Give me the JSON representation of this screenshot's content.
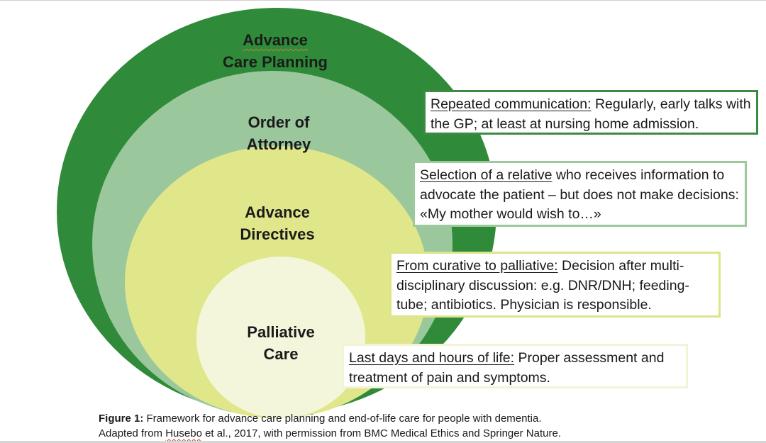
{
  "figure": {
    "rings": [
      {
        "id": "advance-care-planning",
        "label_lines": [
          "Advance",
          "Care Planning"
        ],
        "color": "#2f8b3a"
      },
      {
        "id": "order-of-attorney",
        "label_lines": [
          "Order of",
          "Attorney"
        ],
        "color": "#9bc79c"
      },
      {
        "id": "advance-directives",
        "label_lines": [
          "Advance",
          "Directives"
        ],
        "color": "#e0e78a"
      },
      {
        "id": "palliative-care",
        "label_lines": [
          "Palliative",
          "Care"
        ],
        "color": "#f4f6dc"
      }
    ],
    "notes": [
      {
        "heading": "Repeated communication:",
        "body": " Regularly, early talks with the GP; at least at nursing home admission.",
        "border_color": "#3d8b41"
      },
      {
        "heading": "Selection of a relative",
        "body": " who receives information to advocate the patient – but does not make decisions: «My mother would wish to…»",
        "border_color": "#9dc99d"
      },
      {
        "heading": "From curative to palliative:",
        "body": " Decision after multi-disciplinary discussion: e.g. DNR/DNH; feeding-tube; antibiotics. Physician is  responsible.",
        "border_color": "#dde48b"
      },
      {
        "heading": "Last days and hours of life:",
        "body": " Proper assessment and treatment of pain and symptoms.",
        "border_color": "#f1f4d6"
      }
    ],
    "caption": {
      "label": "Figure 1:",
      "line1": " Framework for advance care planning and end-of-life care for people with dementia.",
      "line2_before": "Adapted from ",
      "line2_author": "Husebo",
      "line2_after": " et al., 2017, with permission from BMC Medical Ethics and Springer Nature."
    }
  }
}
